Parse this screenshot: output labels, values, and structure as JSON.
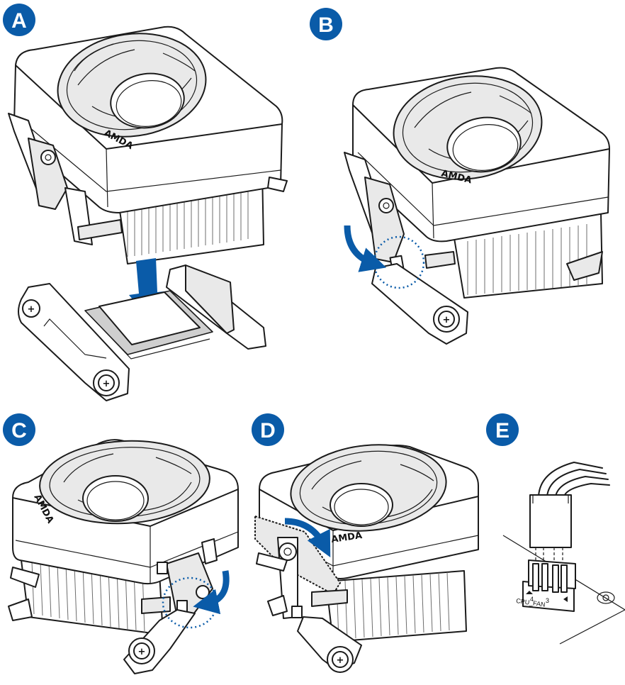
{
  "steps": [
    {
      "label": "A"
    },
    {
      "label": "B"
    },
    {
      "label": "C"
    },
    {
      "label": "D"
    },
    {
      "label": "E"
    }
  ],
  "cooler_logo": "AMDA",
  "header_label": "CPU_FAN",
  "pin_marks": [
    "4",
    "3"
  ],
  "colors": {
    "badge": "#0a5ba8",
    "arrow": "#0a5ba8",
    "line": "#1b1b1b",
    "shade": "#e9e9e9"
  }
}
